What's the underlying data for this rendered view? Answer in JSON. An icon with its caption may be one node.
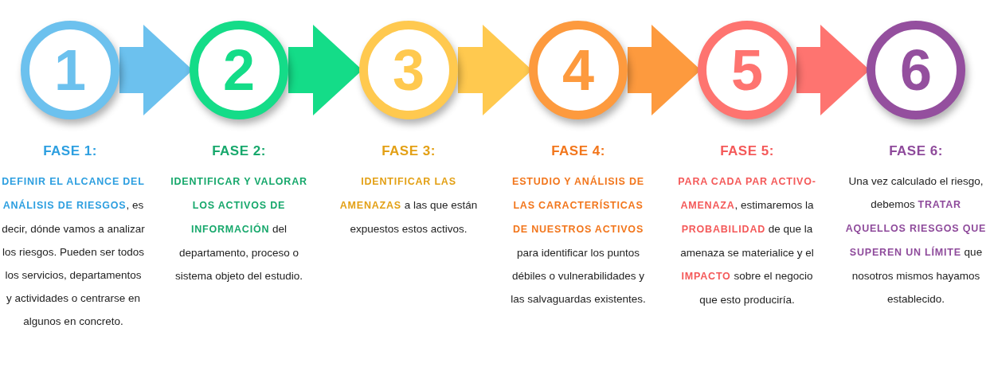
{
  "diagram": {
    "nodes": [
      {
        "text": [
          "1"
        ],
        "beside": [
          "FASE 1:",
          "**DEFINIR EL ALCANCE DEL ANÁLISIS DE RIESGOS**, es decir, dónde vamos a analizar los riesgos. Pueden ser todos los servicios, departamentos y actividades o centrarse en algunos en concreto."
        ]
      },
      {
        "text": [
          "2"
        ],
        "beside": [
          "FASE 2:",
          "**IDENTIFICAR Y VALORAR LOS ACTIVOS DE INFORMACIÓN** del departamento, proceso o sistema objeto del estudio."
        ]
      },
      {
        "text": [
          "3"
        ],
        "beside": [
          "FASE 3:",
          "**IDENTIFICAR LAS AMENAZAS** a las que están expuestos estos activos."
        ]
      },
      {
        "text": [
          "4"
        ],
        "beside": [
          "FASE 4:",
          "**ESTUDIO Y ANÁLISIS DE LAS CARACTERÍSTICAS DE NUESTROS ACTIVOS** para identificar los puntos débiles o vulnerabilidades y las salvaguardas existentes."
        ]
      },
      {
        "text": [
          "5"
        ],
        "beside": [
          "FASE 5:",
          "**PARA CADA PAR ACTIVO-AMENAZA**, estimaremos la **PROBABILIDAD** de que la amenaza se materialice y el **IMPACTO** sobre el negocio que esto produciría."
        ]
      },
      {
        "text": [
          "6"
        ],
        "beside": [
          "FASE 6:",
          "Una vez calculado el riesgo, debemos **TRATAR AQUELLOS RIESGOS QUE SUPEREN UN LÍMITE** que nosotros mismos hayamos establecido."
        ]
      }
    ],
    "edges": [
      {
        "from": 0,
        "to": 1,
        "arrow": "to",
        "color": "#6cc1ee"
      },
      {
        "from": 1,
        "to": 2,
        "arrow": "to",
        "color": "#14dc88"
      },
      {
        "from": 2,
        "to": 3,
        "arrow": "to",
        "color": "#ffc94f"
      },
      {
        "from": 3,
        "to": 4,
        "arrow": "to",
        "color": "#fd9a3e"
      },
      {
        "from": 4,
        "to": 5,
        "arrow": "to",
        "color": "#fe7470"
      }
    ]
  }
}
